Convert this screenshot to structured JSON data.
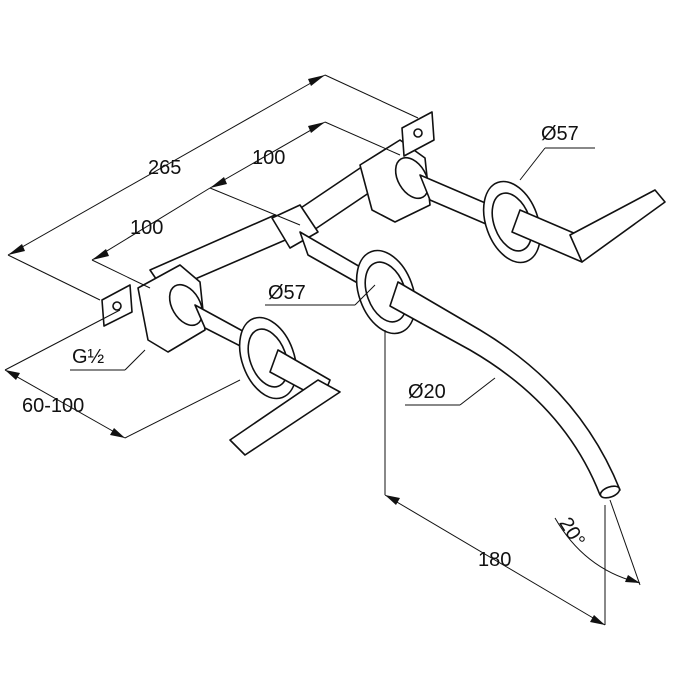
{
  "dimensions": {
    "overall_length": "265",
    "center_distance_upper": "100",
    "center_distance_lower": "100",
    "rosette_diameter_right": "Ø57",
    "rosette_diameter_left": "Ø57",
    "thread": "G½",
    "wall_depth_range": "60-100",
    "spout_diameter": "Ø20",
    "spout_projection": "180",
    "spout_angle": "20°"
  },
  "colors": {
    "ink": "#111111",
    "paper": "#ffffff"
  }
}
